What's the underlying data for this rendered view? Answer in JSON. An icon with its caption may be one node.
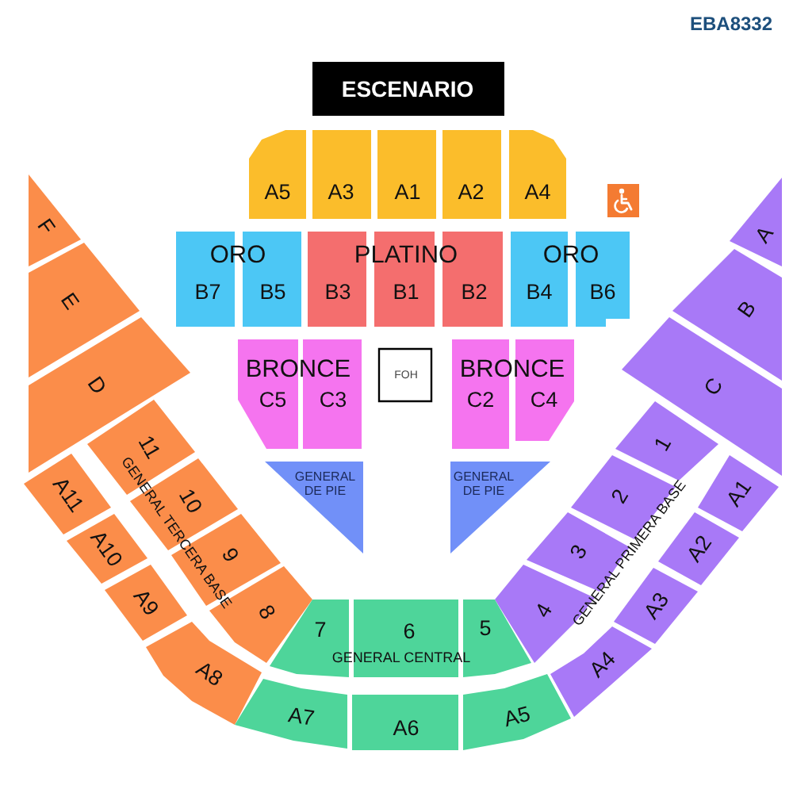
{
  "diagram": {
    "nodes": [
      {
        "text": [
          "ESCENARIO"
        ]
      },
      {
        "text": [
          "A5"
        ]
      },
      {
        "text": [
          "A3"
        ]
      },
      {
        "text": [
          "A1"
        ]
      },
      {
        "text": [
          "A2"
        ]
      },
      {
        "text": [
          "A4"
        ]
      },
      {
        "text": [
          "B7"
        ]
      },
      {
        "text": [
          "B5"
        ]
      },
      {
        "text": [
          "B3"
        ]
      },
      {
        "text": [
          "B1"
        ]
      },
      {
        "text": [
          "B2"
        ]
      },
      {
        "text": [
          "B4"
        ]
      },
      {
        "text": [
          "B6"
        ]
      },
      {
        "text": [
          "C5"
        ]
      },
      {
        "text": [
          "C3"
        ]
      },
      {
        "text": [
          "FOH"
        ]
      },
      {
        "text": [
          "C2"
        ]
      },
      {
        "text": [
          "C4"
        ]
      },
      {
        "text": [
          "GENERAL DE PIE"
        ]
      },
      {
        "text": [
          "GENERAL DE PIE"
        ]
      },
      {
        "text": [
          "F"
        ]
      },
      {
        "text": [
          "E"
        ]
      },
      {
        "text": [
          "D"
        ]
      },
      {
        "text": [
          "A"
        ]
      },
      {
        "text": [
          "B"
        ]
      },
      {
        "text": [
          "C"
        ]
      },
      {
        "text": [
          "11"
        ]
      },
      {
        "text": [
          "10"
        ]
      },
      {
        "text": [
          "9"
        ]
      },
      {
        "text": [
          "8"
        ]
      },
      {
        "text": [
          "A11"
        ]
      },
      {
        "text": [
          "A10"
        ]
      },
      {
        "text": [
          "A9"
        ]
      },
      {
        "text": [
          "A8"
        ]
      },
      {
        "text": [
          "1"
        ]
      },
      {
        "text": [
          "2"
        ]
      },
      {
        "text": [
          "3"
        ]
      },
      {
        "text": [
          "4"
        ]
      },
      {
        "text": [
          "A1"
        ]
      },
      {
        "text": [
          "A2"
        ]
      },
      {
        "text": [
          "A3"
        ]
      },
      {
        "text": [
          "A4"
        ]
      },
      {
        "text": [
          "7"
        ]
      },
      {
        "text": [
          "6"
        ]
      },
      {
        "text": [
          "5"
        ]
      },
      {
        "text": [
          "A7"
        ]
      },
      {
        "text": [
          "A6"
        ]
      },
      {
        "text": [
          "A5"
        ]
      }
    ],
    "labels": [
      "EBA8332",
      "ORO",
      "PLATINO",
      "ORO",
      "BRONCE",
      "BRONCE",
      "GENERAL TERCERA BASE",
      "GENERAL PRIMERA BASE",
      "GENERAL CENTRAL"
    ]
  }
}
